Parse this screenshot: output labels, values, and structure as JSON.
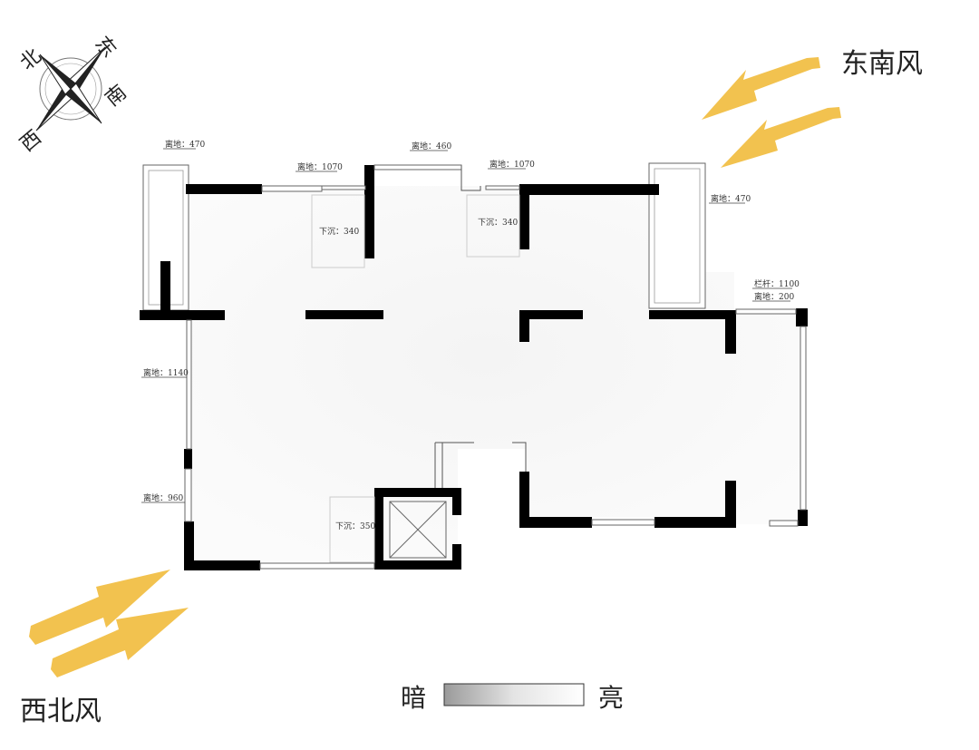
{
  "compass": {
    "north": "北",
    "east": "东",
    "south": "南",
    "west": "西"
  },
  "winds": {
    "southeast": "东南风",
    "northwest": "西北风"
  },
  "legend": {
    "dark": "暗",
    "bright": "亮"
  },
  "dims": {
    "top_left_balcony": "离地：470",
    "top_left_window": "离地：1070",
    "top_center_window": "离地：460",
    "top_right_window": "离地：1070",
    "right_balcony": "离地：470",
    "railing": "栏杆：1100",
    "railing_ground": "离地：200",
    "left_window": "离地：1140",
    "left_lower_window": "离地：960",
    "sink_left": "下沉：340",
    "sink_center": "下沉：340",
    "sink_bottom": "下沉：350"
  },
  "colors": {
    "arrow": "#F2C24F",
    "wall": "#000000",
    "floor_light": "#F5F5F5"
  }
}
